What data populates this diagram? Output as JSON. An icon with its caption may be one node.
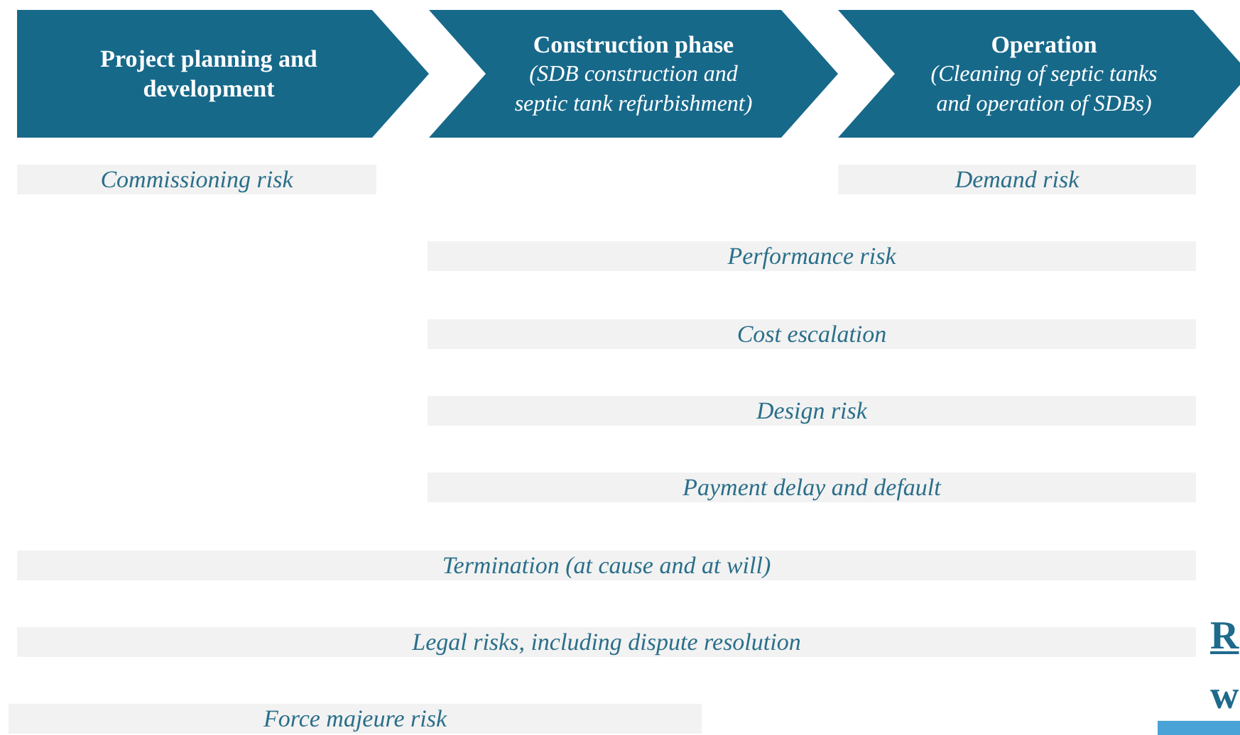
{
  "diagram": {
    "nodes": [
      {
        "text": [
          "Project planning and development"
        ]
      },
      {
        "text": [
          "Construction phase",
          "(SDB construction and septic tank refurbishment)"
        ]
      },
      {
        "text": [
          "Operation",
          "(Cleaning of septic tanks and operation of SDBs)"
        ]
      },
      {
        "text": [
          "Commissioning risk"
        ]
      },
      {
        "text": [
          "Demand risk"
        ]
      },
      {
        "text": [
          "Performance risk"
        ]
      },
      {
        "text": [
          "Cost escalation"
        ]
      },
      {
        "text": [
          "Design risk"
        ]
      },
      {
        "text": [
          "Payment delay and default"
        ]
      },
      {
        "text": [
          "Termination (at cause and at will)"
        ]
      },
      {
        "text": [
          "Legal risks, including dispute resolution"
        ]
      },
      {
        "text": [
          "Force majeure risk"
        ]
      }
    ],
    "edges": [],
    "labels": [
      "R",
      "w"
    ]
  }
}
